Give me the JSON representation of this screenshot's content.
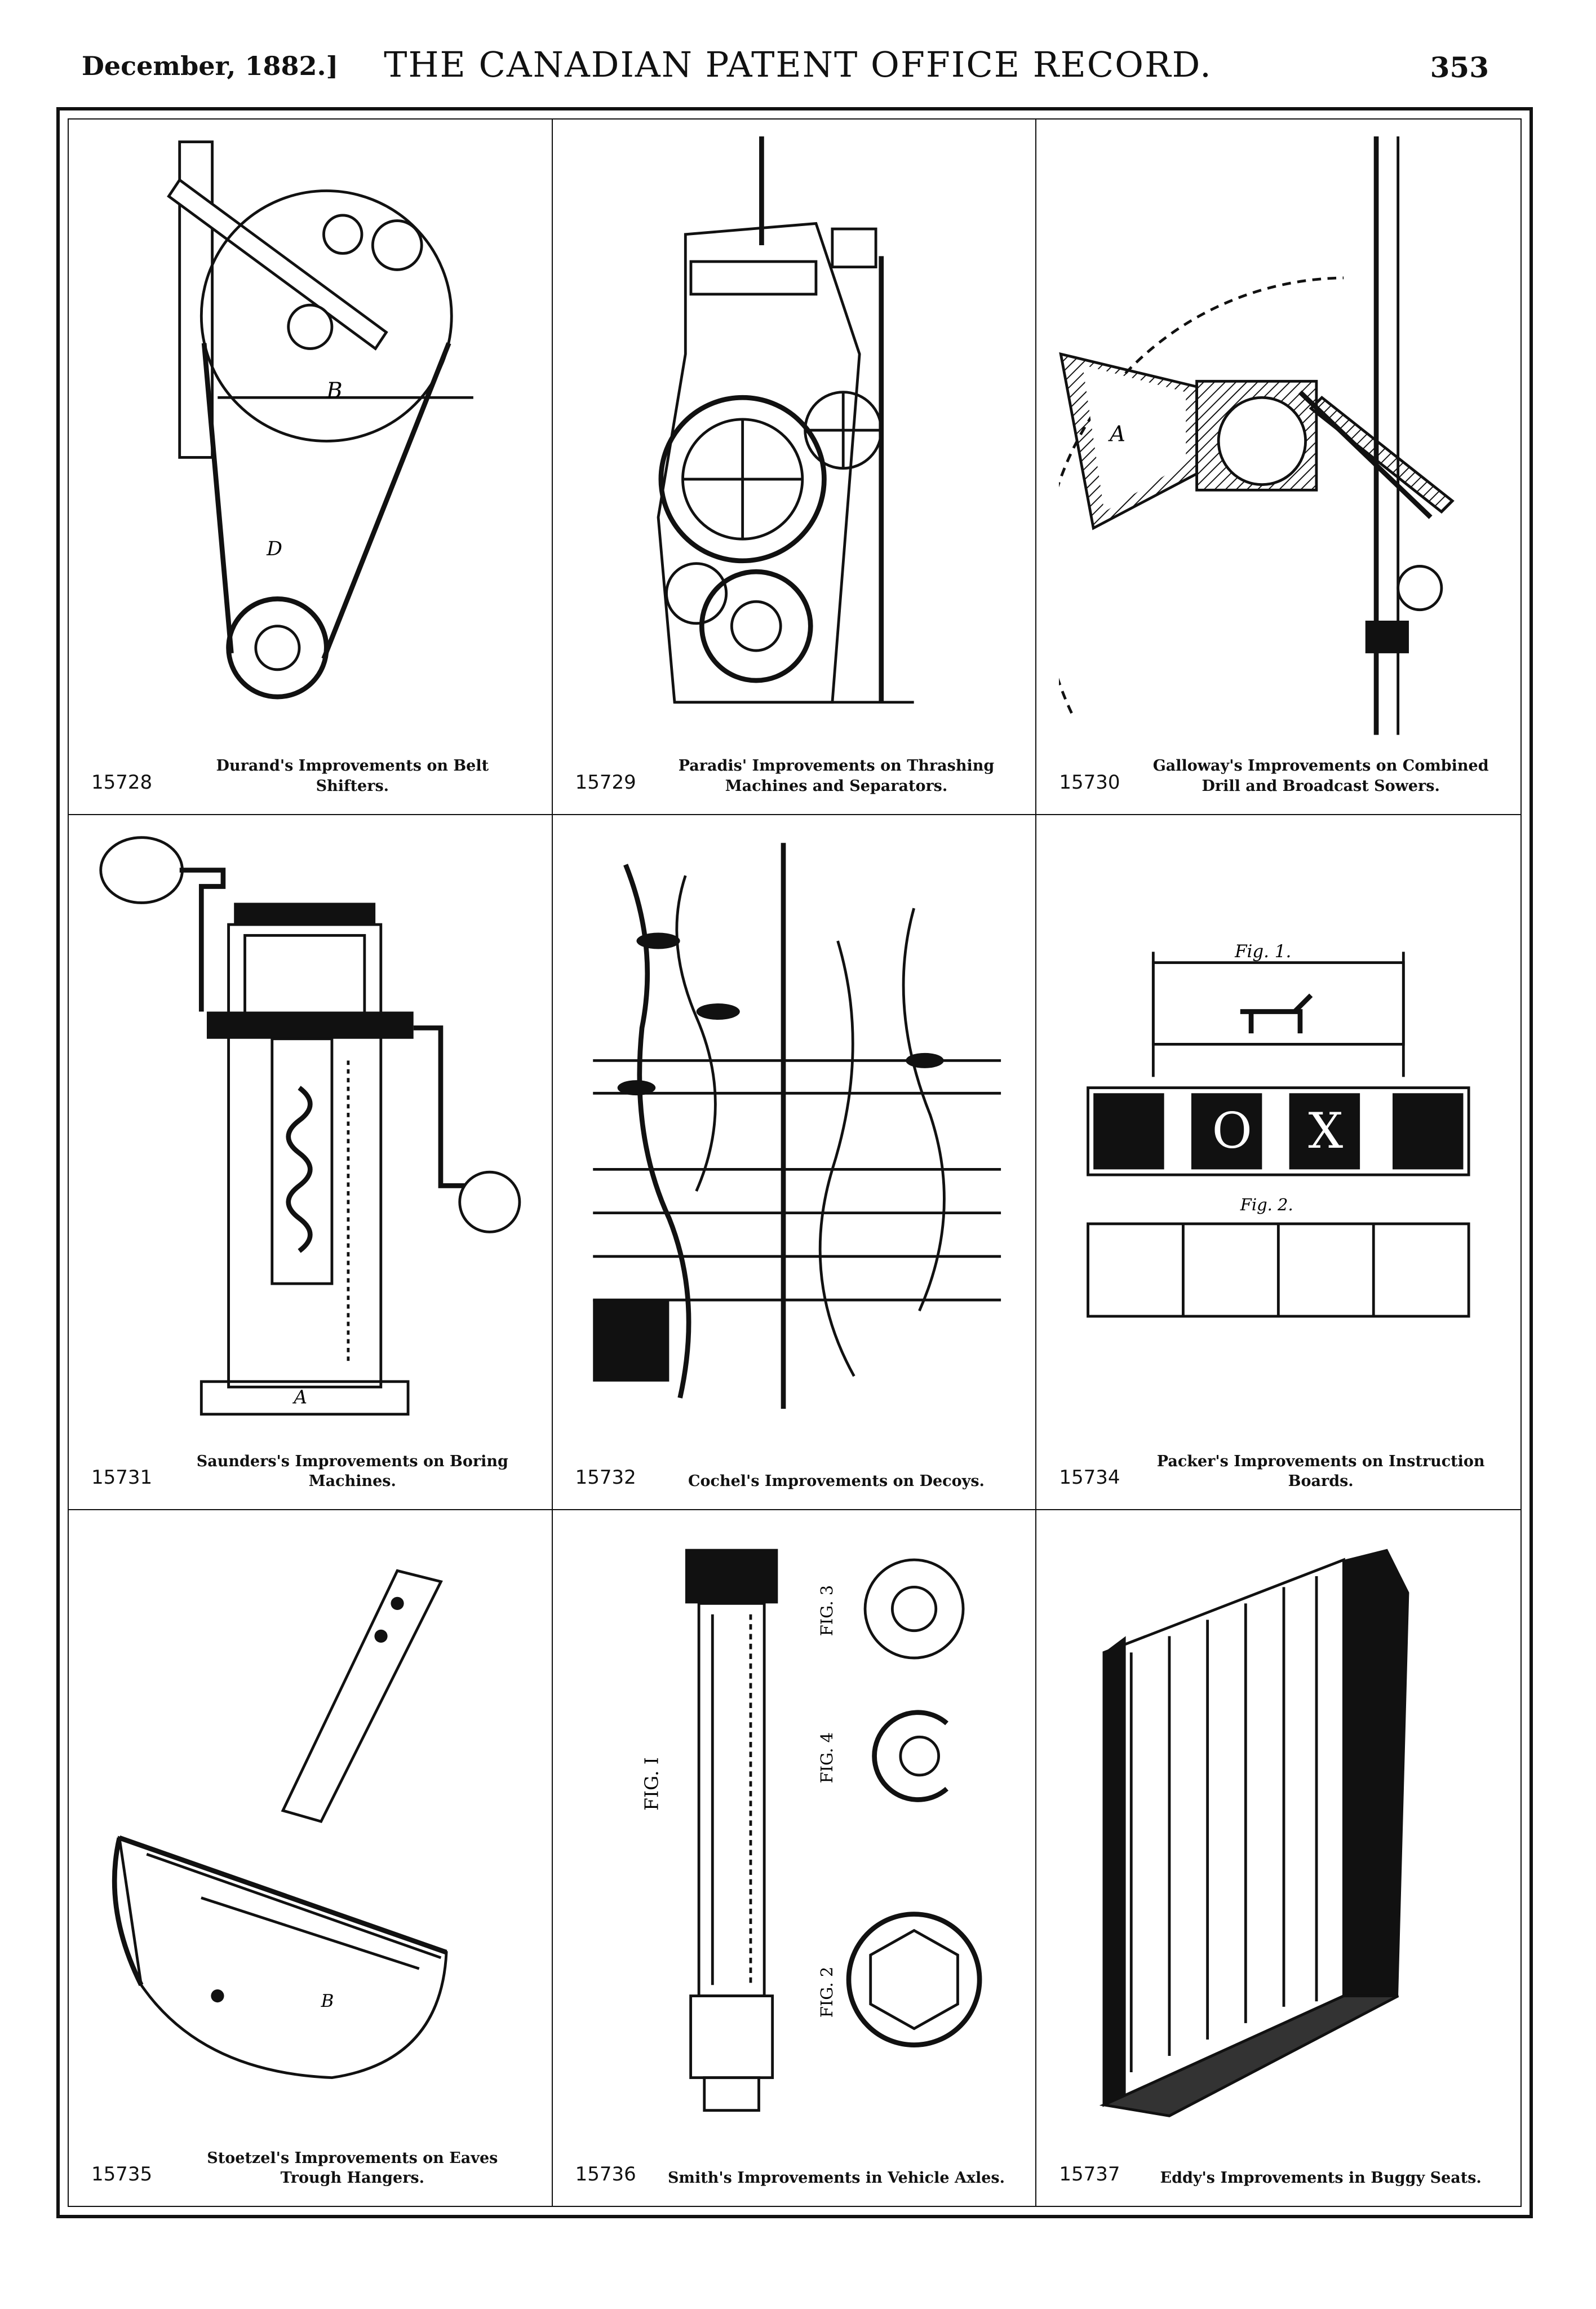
{
  "header": {
    "date": "December, 1882.]",
    "title": "THE CANADIAN PATENT OFFICE RECORD.",
    "page_number": "353"
  },
  "patents": [
    {
      "number": "15728",
      "title": "Durand's Improvements on Belt Shifters.",
      "figure": "belt-shifter-drawing"
    },
    {
      "number": "15729",
      "title": "Paradis' Improvements on Thrashing Machines and Separators.",
      "figure": "thrashing-machine-drawing"
    },
    {
      "number": "15730",
      "title": "Galloway's Improvements on Combined Drill and Broadcast Sowers.",
      "figure": "sower-drawing"
    },
    {
      "number": "15731",
      "title": "Saunders's Improvements on Boring Machines.",
      "figure": "boring-machine-drawing"
    },
    {
      "number": "15732",
      "title": "Cochel's Improvements on Decoys.",
      "figure": "decoy-drawing"
    },
    {
      "number": "15734",
      "title": "Packer's Improvements on Instruction Boards.",
      "figure": "instruction-board-drawing"
    },
    {
      "number": "15735",
      "title": "Stoetzel's Improvements on Eaves Trough Hangers.",
      "figure": "eaves-trough-hanger-drawing"
    },
    {
      "number": "15736",
      "title": "Smith's Improvements in Vehicle Axles.",
      "figure": "vehicle-axle-drawing"
    },
    {
      "number": "15737",
      "title": "Eddy's Improvements in Buggy Seats.",
      "figure": "buggy-seat-drawing"
    }
  ],
  "figure_text": {
    "fig1": "Fig. 1.",
    "fig2": "Fig. 2.",
    "letter_o": "O",
    "letter_x": "X",
    "axle_fig1": "FIG. I",
    "axle_fig2": "FIG. 2",
    "axle_fig3": "FIG. 3",
    "axle_fig4": "FIG. 4"
  }
}
